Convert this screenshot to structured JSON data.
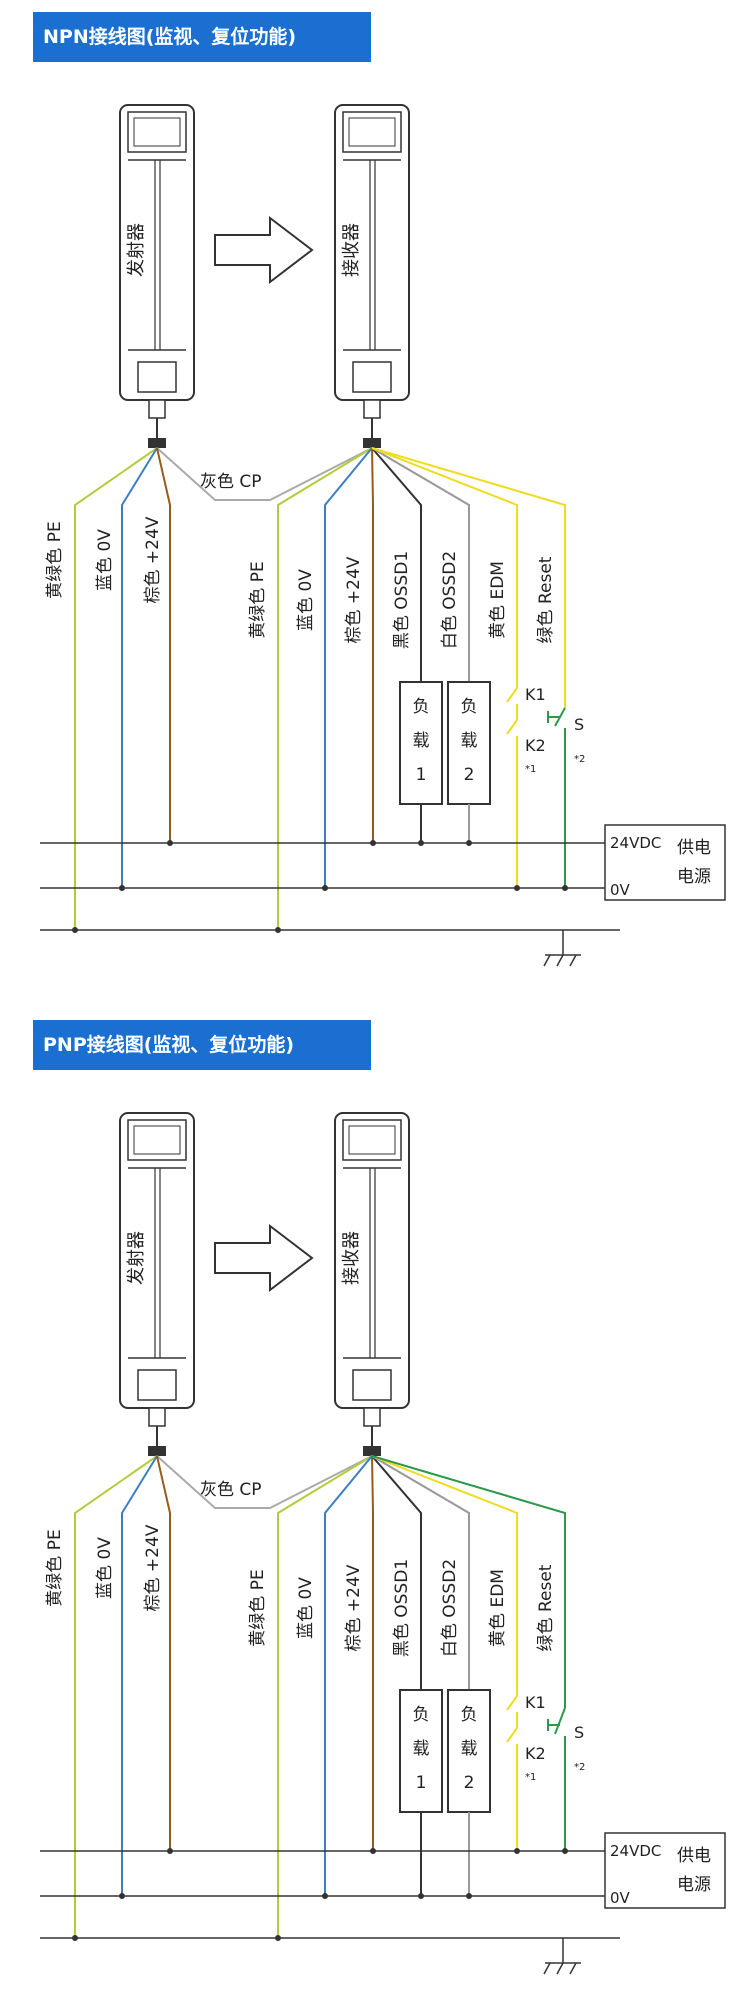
{
  "sections": [
    {
      "title": "NPN接线图(监视、复位功能)",
      "emitter": "发射器",
      "receiver": "接收器",
      "cp_label": "灰色 CP",
      "wires_left": [
        "黄绿色 PE",
        "蓝色 0V",
        "棕色 +24V"
      ],
      "wires_right": [
        "黄绿色 PE",
        "蓝色 0V",
        "棕色 +24V",
        "黑色 OSSD1",
        "白色 OSSD2",
        "黄色 EDM",
        "绿色 Reset"
      ],
      "load1": [
        "负",
        "载",
        "1"
      ],
      "load2": [
        "负",
        "载",
        "2"
      ],
      "k1": "K1",
      "k2": "K2",
      "s": "S",
      "note1": "*1",
      "note2": "*2",
      "supply_v": "24VDC",
      "supply_0v": "0V",
      "supply_label": [
        "供电",
        "电源"
      ]
    },
    {
      "title": "PNP接线图(监视、复位功能)",
      "emitter": "发射器",
      "receiver": "接收器",
      "cp_label": "灰色 CP",
      "wires_left": [
        "黄绿色 PE",
        "蓝色 0V",
        "棕色 +24V"
      ],
      "wires_right": [
        "黄绿色 PE",
        "蓝色 0V",
        "棕色 +24V",
        "黑色 OSSD1",
        "白色 OSSD2",
        "黄色 EDM",
        "绿色 Reset"
      ],
      "load1": [
        "负",
        "载",
        "1"
      ],
      "load2": [
        "负",
        "载",
        "2"
      ],
      "k1": "K1",
      "k2": "K2",
      "s": "S",
      "note1": "*1",
      "note2": "*2",
      "supply_v": "24VDC",
      "supply_0v": "0V",
      "supply_label": [
        "供电",
        "电源"
      ]
    }
  ],
  "colors": {
    "banner": "#1a6fd1",
    "yellow_green": "#b5cc3a",
    "blue": "#3a7fc4",
    "brown": "#9a5a1a",
    "black": "#333333",
    "white_wire": "#999999",
    "yellow": "#eedc1f",
    "green": "#2a9a4a",
    "gray": "#aaaaaa"
  }
}
